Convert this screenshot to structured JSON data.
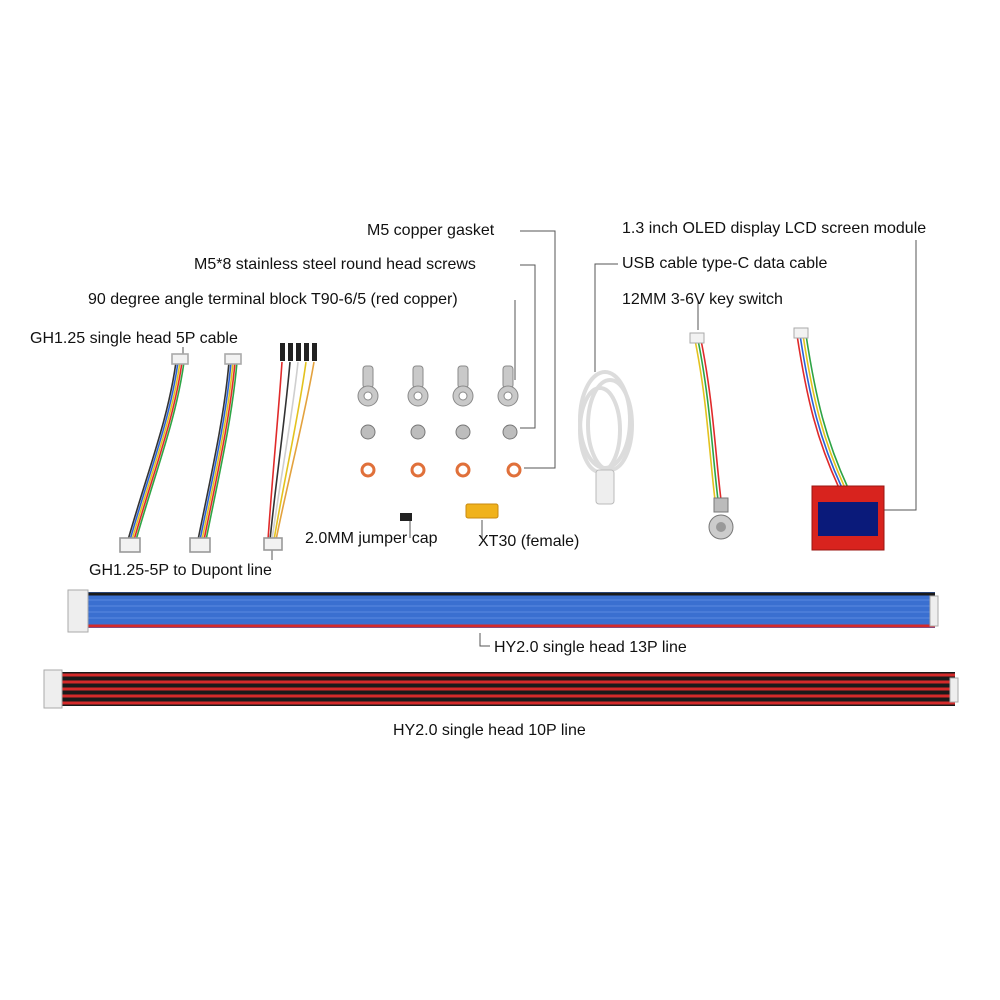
{
  "labels": {
    "m5_gasket": "M5 copper gasket",
    "m5_screws": "M5*8 stainless steel round head screws",
    "terminal_block": "90 degree angle terminal block T90-6/5 (red copper)",
    "gh125_cable": "GH1.25 single head 5P cable",
    "gh125_dupont": "GH1.25-5P to Dupont line",
    "jumper_cap": "2.0MM jumper cap",
    "xt30": "XT30 (female)",
    "oled": "1.3 inch OLED display LCD screen module",
    "usb_cable": "USB cable type-C data cable",
    "key_switch": "12MM 3-6V key switch",
    "hy20_13p": "HY2.0 single head 13P line",
    "hy20_10p": "HY2.0 single head 10P line"
  },
  "colors": {
    "blue_ribbon": "#3a6fd0",
    "red_wire": "#d42a2a",
    "black_wire": "#1a1a1a",
    "copper": "#e0703a",
    "oled_board": "#d8231e",
    "oled_screen": "#0a1a7a",
    "xt30": "#f0b21c",
    "steel": "#bdbdbd"
  }
}
